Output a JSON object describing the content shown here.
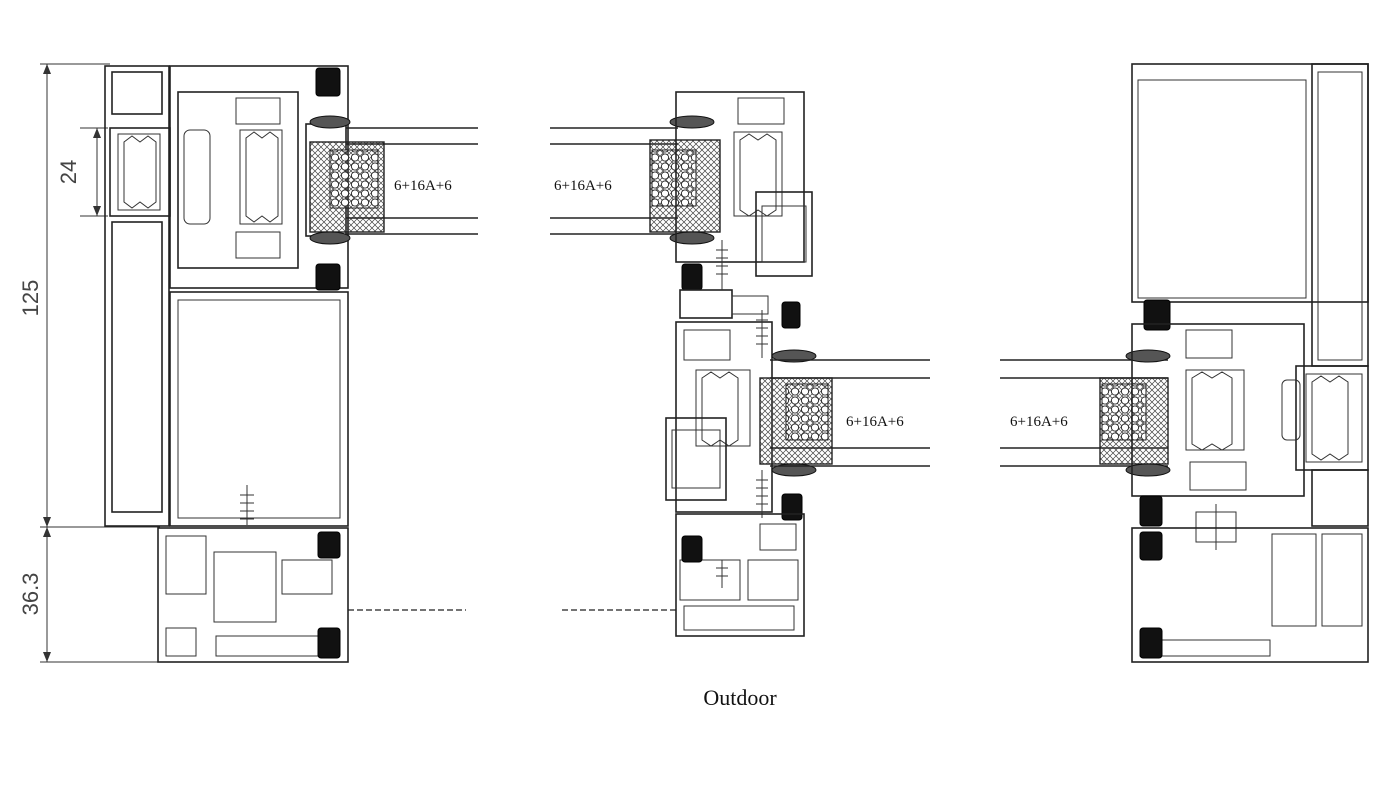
{
  "dimensions": {
    "total": "125",
    "upper": "24",
    "lower": "36.3"
  },
  "glass_labels": {
    "left_section": "6+16A+6",
    "middle_upper": "6+16A+6",
    "middle_lower": "6+16A+6",
    "right_section": "6+16A+6"
  },
  "caption": "Outdoor",
  "colors": {
    "line": "#222222",
    "gasket": "#111111",
    "background": "#ffffff"
  }
}
